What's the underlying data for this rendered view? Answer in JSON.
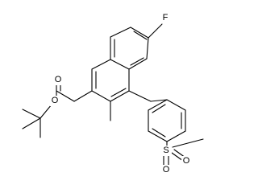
{
  "molecule": {
    "atom_labels": {
      "fluorine": "F",
      "ester_carbonyl_oxygen": "O",
      "ester_ether_oxygen": "O",
      "sulfur": "S",
      "sulfonyl_oxygen_top": "O",
      "sulfonyl_oxygen_bottom": "O"
    },
    "colors": {
      "bond": "#000000",
      "label": "#000000",
      "background": "#ffffff"
    }
  }
}
